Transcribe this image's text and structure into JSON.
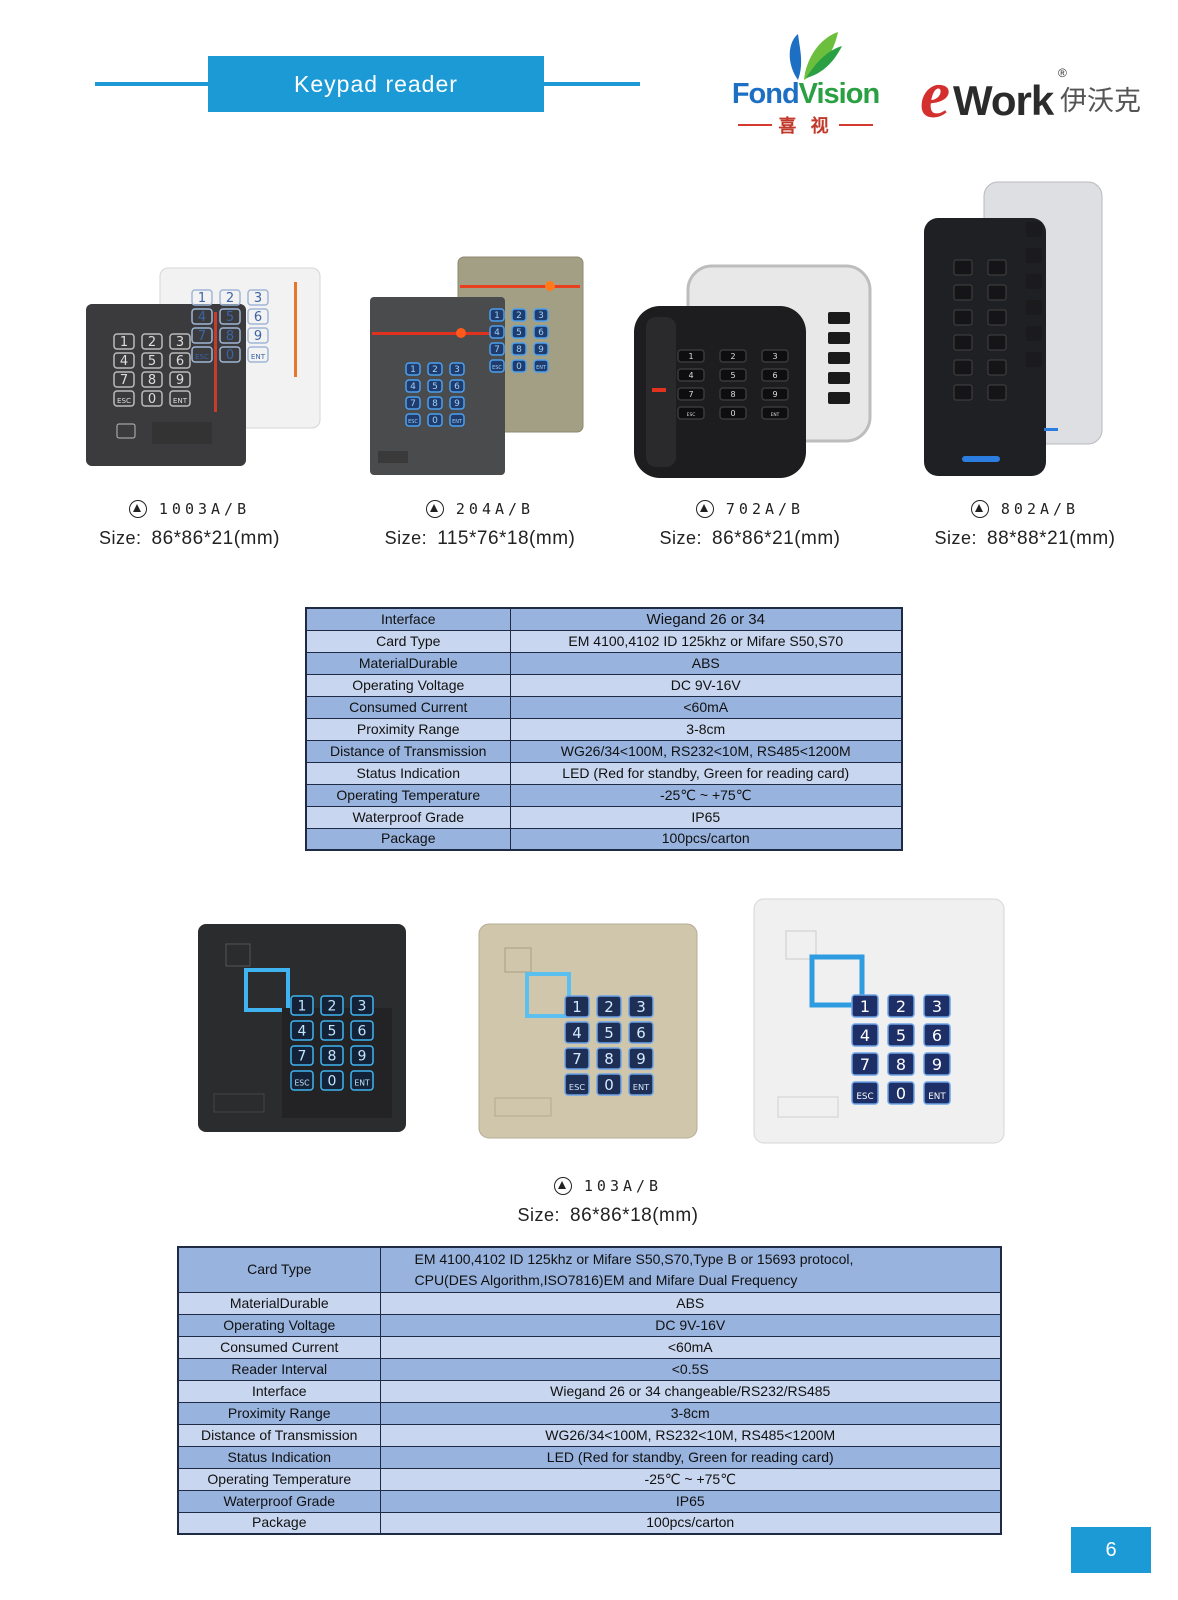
{
  "header": {
    "title": "Keypad reader",
    "fondvision": {
      "brand_a": "Fond",
      "brand_b": "Vision",
      "chinese": "喜 视"
    },
    "ework": {
      "e": "e",
      "work": "Work",
      "reg": "®",
      "chinese": "伊沃克"
    }
  },
  "products_top": [
    {
      "model": "1003A/B",
      "size_label": "Size:",
      "size": "86*86*21(mm)"
    },
    {
      "model": "204A/B",
      "size_label": "Size:",
      "size": "115*76*18(mm)"
    },
    {
      "model": "702A/B",
      "size_label": "Size:",
      "size": "86*86*21(mm)"
    },
    {
      "model": "802A/B",
      "size_label": "Size:",
      "size": "88*88*21(mm)"
    }
  ],
  "keypad_3x4": [
    "1",
    "2",
    "3",
    "4",
    "5",
    "6",
    "7",
    "8",
    "9",
    "ESC",
    "0",
    "ENT"
  ],
  "spec_table_1": [
    {
      "label": "Interface",
      "value": "Wiegand 26 or 34"
    },
    {
      "label": "Card Type",
      "value": "EM 4100,4102 ID 125khz or Mifare S50,S70"
    },
    {
      "label": "MaterialDurable",
      "value": "ABS"
    },
    {
      "label": "Operating Voltage",
      "value": "DC 9V-16V"
    },
    {
      "label": "Consumed Current",
      "value": "<60mA"
    },
    {
      "label": "Proximity Range",
      "value": "3-8cm"
    },
    {
      "label": "Distance of Transmission",
      "value": "WG26/34<100M, RS232<10M, RS485<1200M"
    },
    {
      "label": "Status Indication",
      "value": "LED (Red for standby, Green for reading card)"
    },
    {
      "label": "Operating Temperature",
      "value": "-25℃ ~ +75℃"
    },
    {
      "label": "Waterproof Grade",
      "value": "IP65"
    },
    {
      "label": "Package",
      "value": "100pcs/carton"
    }
  ],
  "product_bottom": {
    "model": "103A/B",
    "size_label": "Size:",
    "size": "86*86*18(mm)"
  },
  "spec_table_2": {
    "card_type_label": "Card Type",
    "card_type_line1": "EM 4100,4102 ID 125khz or Mifare S50,S70,Type B or 15693 protocol,",
    "card_type_line2": "CPU(DES Algorithm,ISO7816)EM and Mifare Dual Frequency",
    "rows": [
      {
        "label": "MaterialDurable",
        "value": "ABS"
      },
      {
        "label": "Operating Voltage",
        "value": "DC 9V-16V"
      },
      {
        "label": "Consumed Current",
        "value": "<60mA"
      },
      {
        "label": "Reader Interval",
        "value": "<0.5S"
      },
      {
        "label": "Interface",
        "value": "Wiegand 26 or 34 changeable/RS232/RS485"
      },
      {
        "label": "Proximity Range",
        "value": "3-8cm"
      },
      {
        "label": "Distance of Transmission",
        "value": "WG26/34<100M, RS232<10M, RS485<1200M"
      },
      {
        "label": "Status Indication",
        "value": "LED (Red for standby, Green for reading card)"
      },
      {
        "label": "Operating Temperature",
        "value": "-25℃ ~ +75℃"
      },
      {
        "label": "Waterproof Grade",
        "value": "IP65"
      },
      {
        "label": "Package",
        "value": "100pcs/carton"
      }
    ]
  },
  "page_number": "6",
  "colors": {
    "accent": "#1c9ad6",
    "table_dark": "#98b3de",
    "table_light": "#c8d6ef"
  }
}
